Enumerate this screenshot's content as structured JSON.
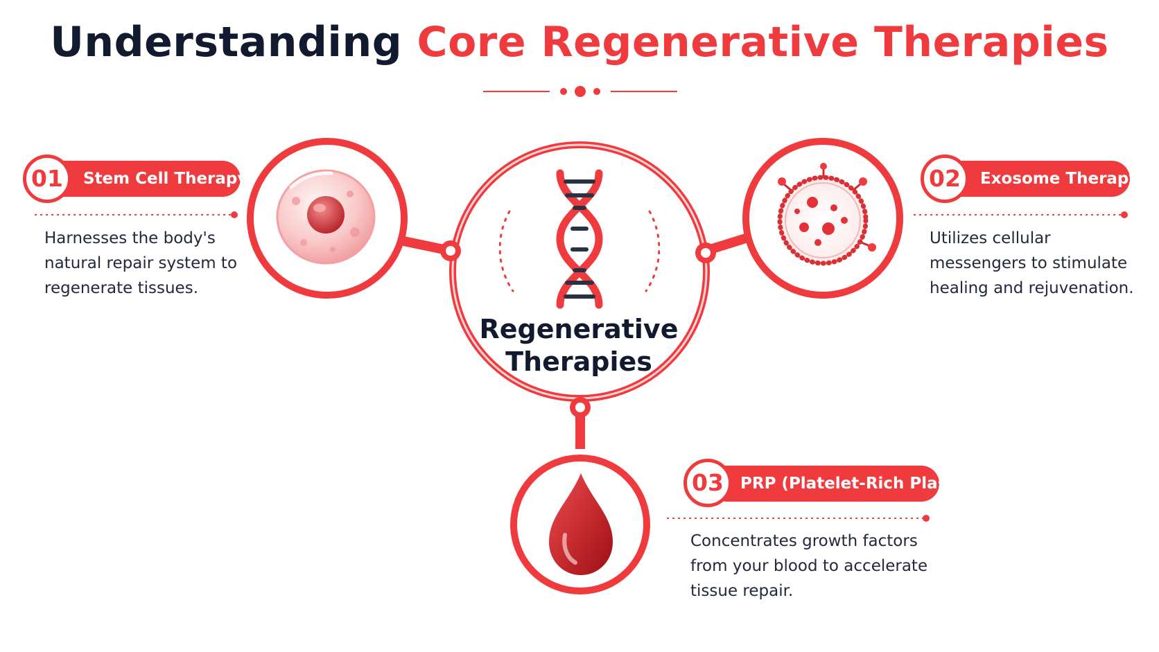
{
  "title": {
    "part1": "Understanding",
    "part2": "Core Regenerative Therapies"
  },
  "center": {
    "line1": "Regenerative",
    "line2": "Therapies",
    "icon": "dna-icon"
  },
  "therapies": [
    {
      "number": "01",
      "name": "Stem Cell Therapy",
      "icon": "stem-cell-icon",
      "description": [
        "Harnesses the body's",
        "natural repair system to",
        "regenerate tissues."
      ]
    },
    {
      "number": "02",
      "name": "Exosome Therapy",
      "icon": "exosome-icon",
      "description": [
        "Utilizes cellular",
        "messengers to stimulate",
        "healing and rejuvenation."
      ]
    },
    {
      "number": "03",
      "name": "PRP (Platelet-Rich Plasma)",
      "icon": "blood-drop-icon",
      "description": [
        "Concentrates growth factors",
        "from your blood to accelerate",
        "tissue repair."
      ]
    }
  ],
  "colors": {
    "accent": "#ef3b3e",
    "dark": "#111a2e",
    "text": "#23293a"
  }
}
